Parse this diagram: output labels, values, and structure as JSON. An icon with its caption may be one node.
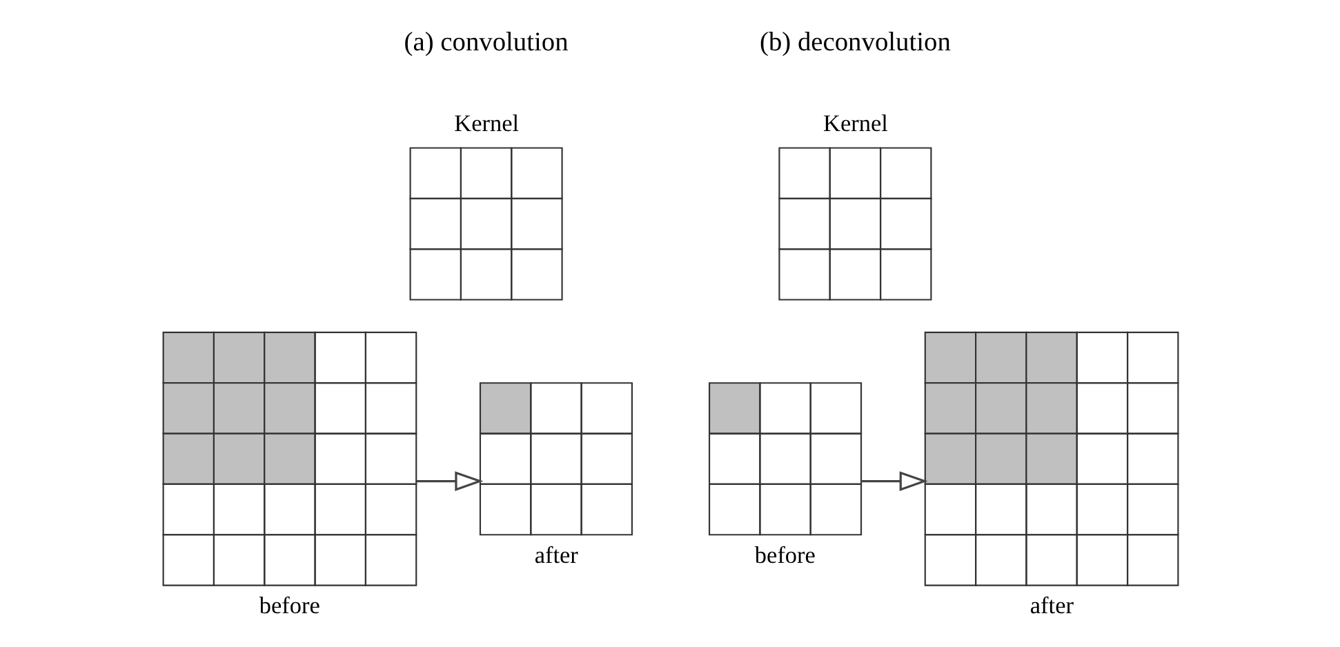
{
  "diagram": {
    "nodes": [
      {
        "text": [
          "Kernel"
        ]
      },
      {
        "text": [
          "before"
        ]
      },
      {
        "text": [
          "after"
        ]
      },
      {
        "text": [
          "Kernel"
        ]
      },
      {
        "text": [
          "before"
        ]
      },
      {
        "text": [
          "after"
        ]
      }
    ],
    "edges": [
      {
        "from": 1,
        "to": 2,
        "arrow": "to"
      },
      {
        "from": 4,
        "to": 5,
        "arrow": "to"
      }
    ],
    "labels": [
      "(a) convolution",
      "(b) deconvolution"
    ]
  }
}
